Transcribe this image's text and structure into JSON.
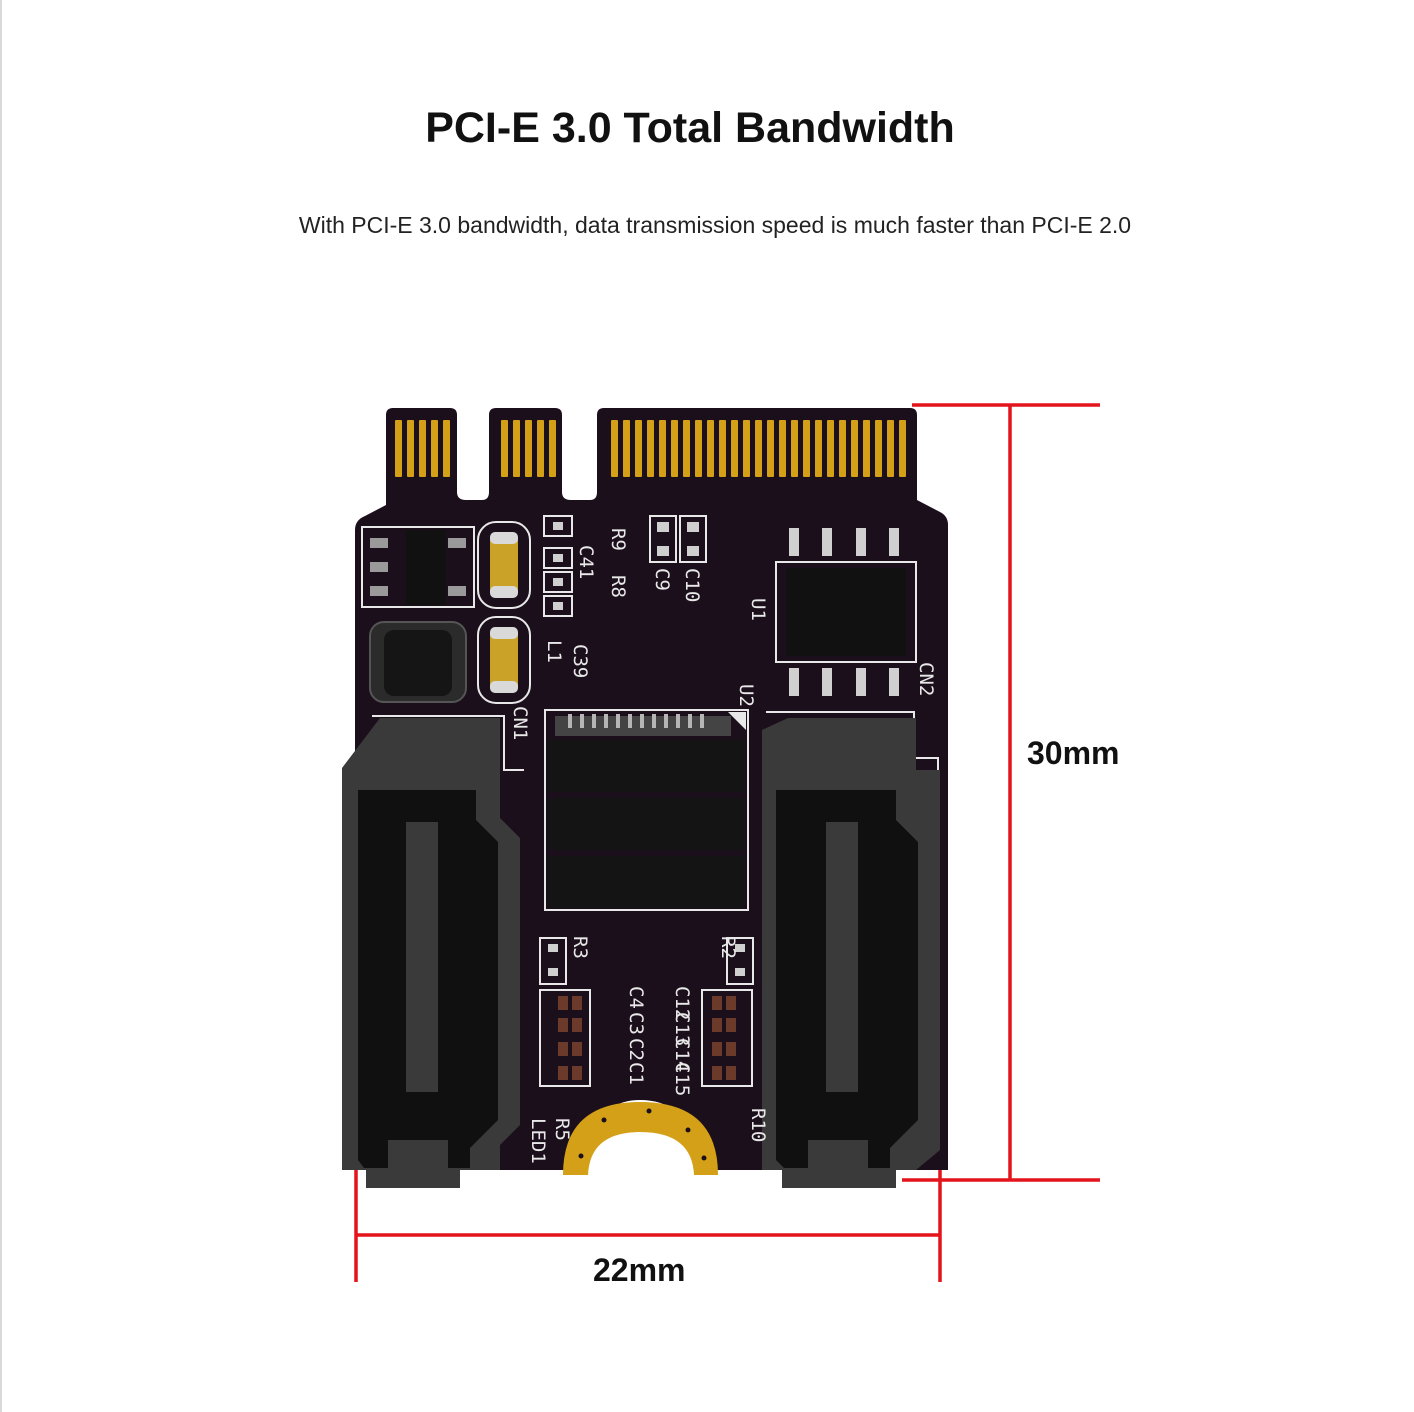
{
  "header": {
    "title": "PCI-E 3.0 Total Bandwidth",
    "subtitle": "With PCI-E 3.0 bandwidth, data transmission speed is much faster than PCI-E 2.0"
  },
  "dimensions": {
    "height_label": "30mm",
    "width_label": "22mm",
    "line_color": "#e3141c"
  },
  "board": {
    "pcb_color": "#1c0f1c",
    "gold_color": "#d4a017",
    "silkscreen_labels": [
      "R9",
      "R8",
      "C41",
      "C10",
      "C9",
      "U1",
      "C39",
      "L1",
      "U2",
      "CN2",
      "CN1",
      "R3",
      "R2",
      "C4",
      "C3",
      "C2",
      "C1",
      "C12",
      "C13",
      "C14",
      "C15",
      "R5",
      "R10",
      "LED1"
    ]
  }
}
